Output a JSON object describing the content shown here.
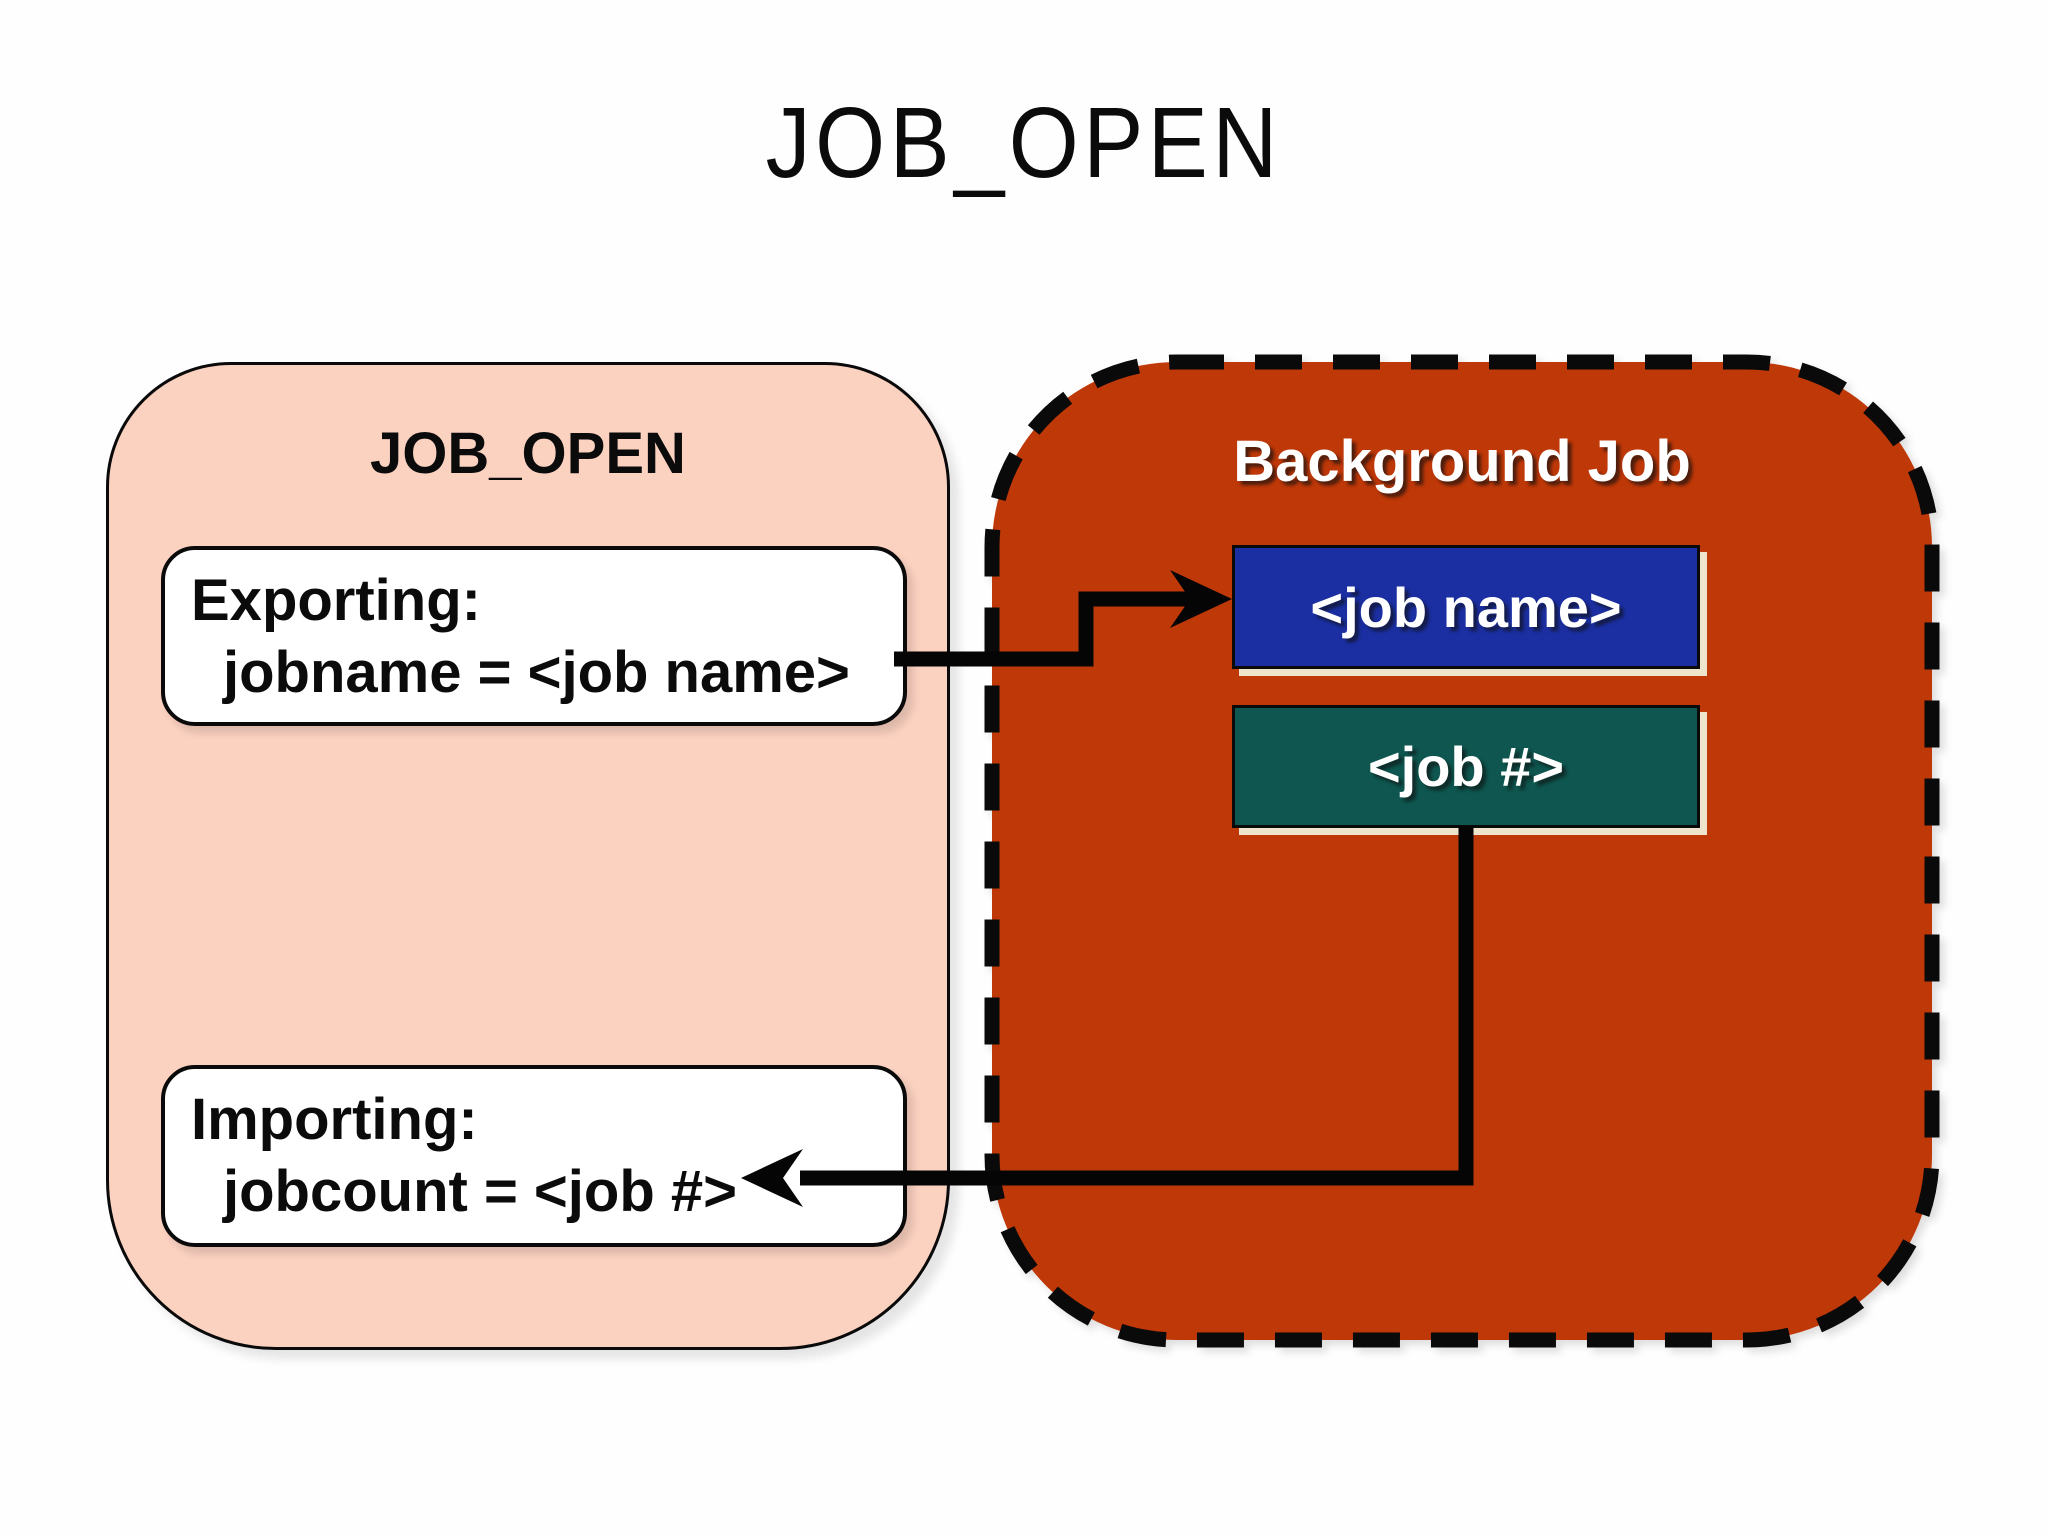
{
  "page": {
    "title": "JOB_OPEN"
  },
  "caller_box": {
    "title": "JOB_OPEN",
    "fill_color": "#FBD1C0",
    "exporting": {
      "heading": "Exporting:",
      "assignment": "jobname = <job name>"
    },
    "importing": {
      "heading": "Importing:",
      "assignment": "jobcount = <job #>"
    }
  },
  "background_job_box": {
    "title": "Background Job",
    "fill_color": "#BF3808",
    "job_name_chip": {
      "label": "<job name>",
      "fill_color": "#1B2FA2"
    },
    "job_number_chip": {
      "label": "<job #>",
      "fill_color": "#0E564F"
    }
  },
  "arrows": {
    "export_arrow": "exporting-box to job-name-chip",
    "import_arrow": "job-number-chip to importing-box"
  },
  "colors": {
    "outline": "#0a0a0a",
    "arrow": "#050505",
    "chip_highlight_shadow": "#EFE5CC",
    "title_text": "#0B0B0B",
    "box_text": "#0B0B0B",
    "chip_text": "#FFFFFF"
  }
}
